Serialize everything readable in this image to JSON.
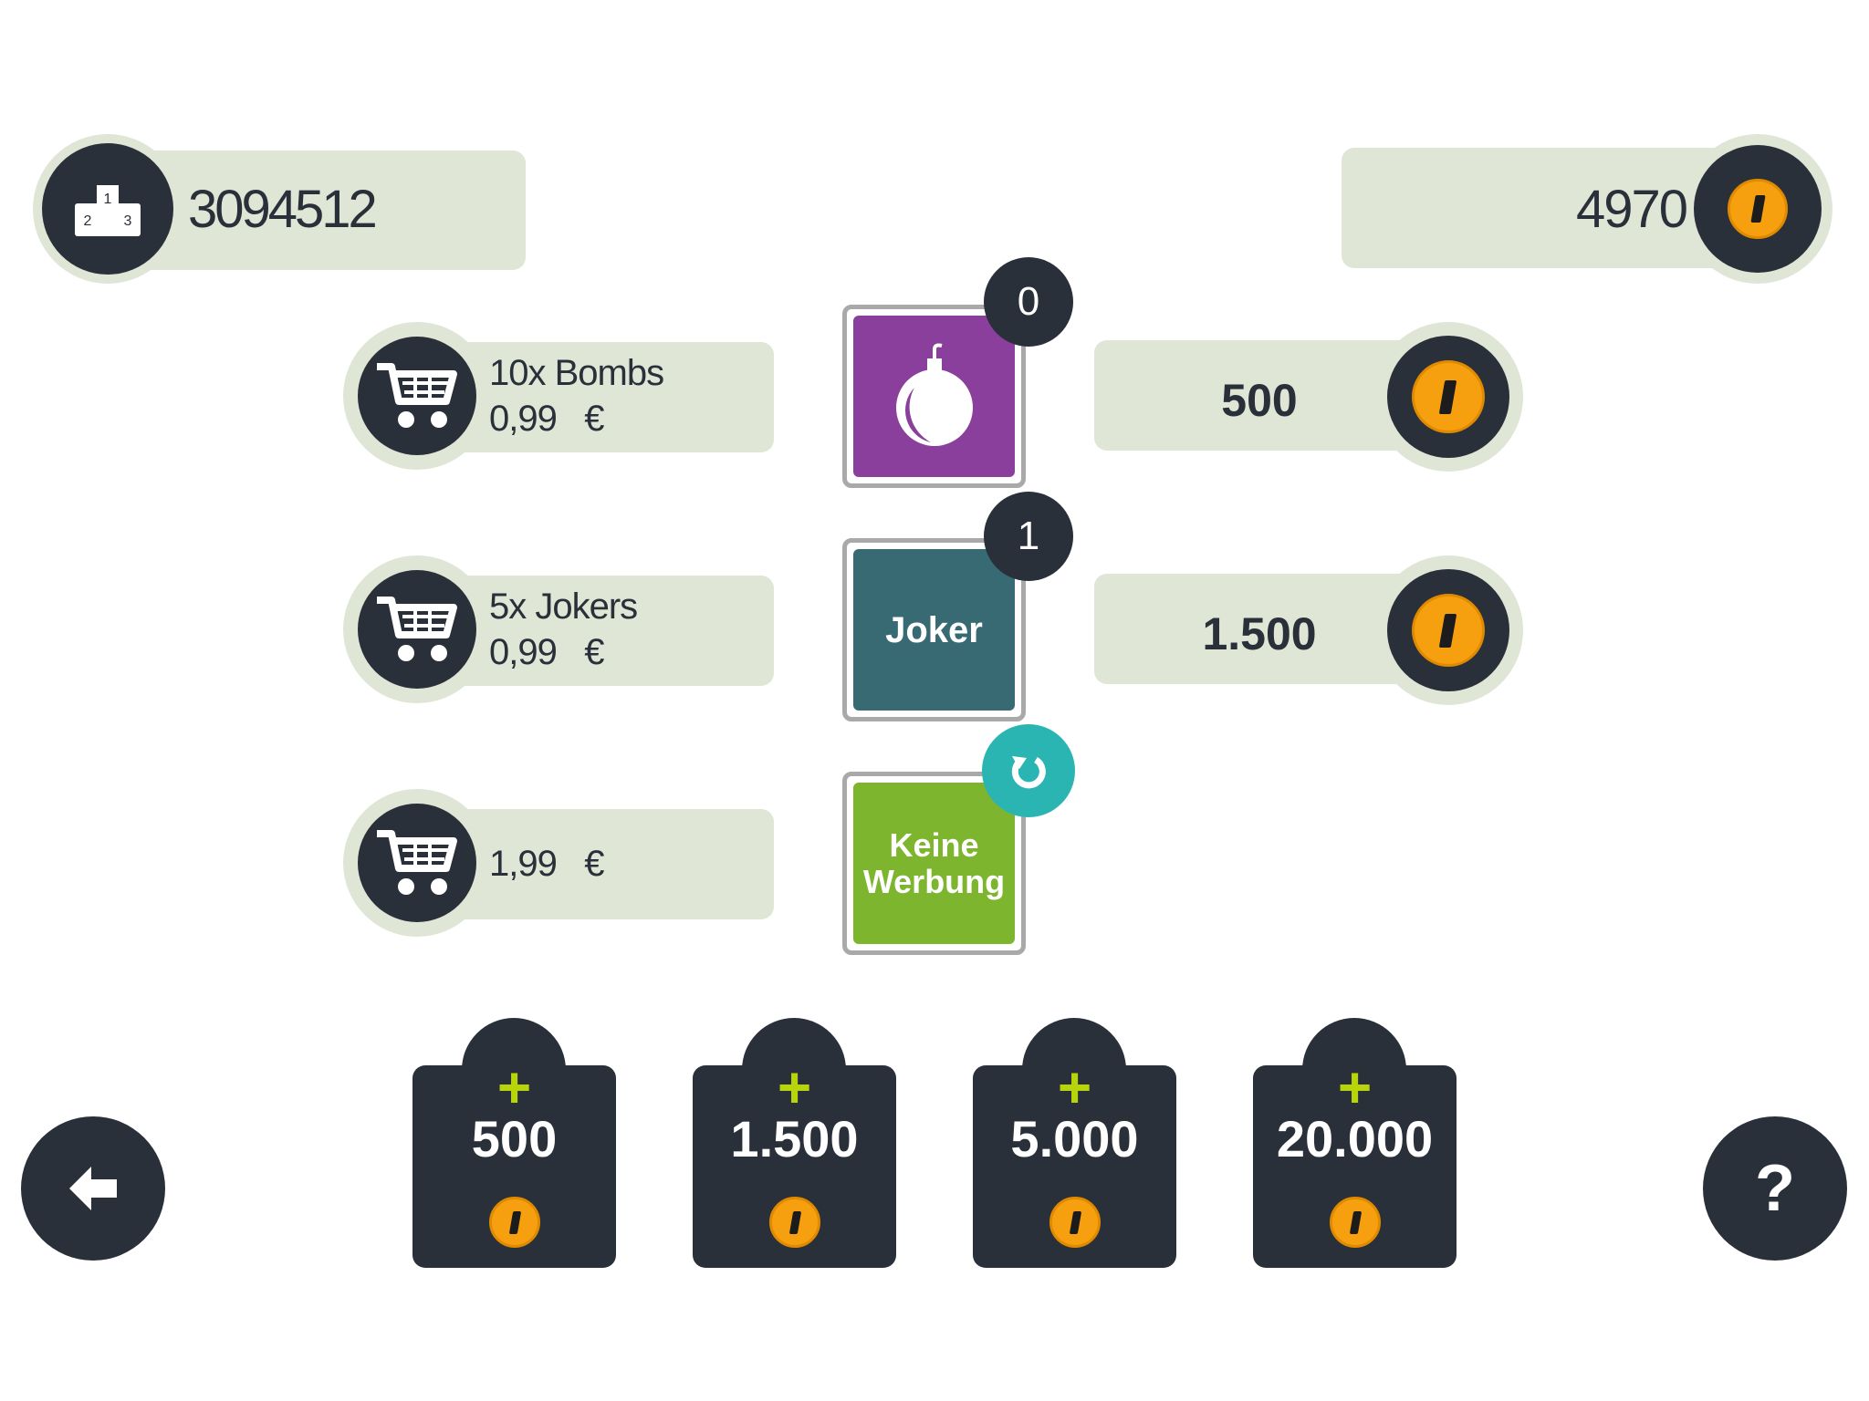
{
  "score": {
    "value": "3094512",
    "icon": "podium-icon",
    "podium_labels": [
      "1",
      "2",
      "3"
    ]
  },
  "coins": {
    "value": "4970",
    "icon": "coin-icon"
  },
  "shop_items": [
    {
      "title": "10x Bombs",
      "price": "0,99",
      "currency": "€"
    },
    {
      "title": "5x Jokers",
      "price": "0,99",
      "currency": "€"
    },
    {
      "title": "",
      "price": "1,99",
      "currency": "€"
    }
  ],
  "powerups": [
    {
      "name": "bomb",
      "icon": "bomb-icon",
      "count": "0",
      "color": "#8a3f9c"
    },
    {
      "name": "joker",
      "label": "Joker",
      "count": "1",
      "color": "#386a74"
    },
    {
      "name": "no-ads",
      "label_line1": "Keine",
      "label_line2": "Werbung",
      "icon": "restore-icon",
      "color": "#7db52e"
    }
  ],
  "coin_prices": [
    "500",
    "1.500"
  ],
  "coin_packs": [
    "500",
    "1.500",
    "5.000",
    "20.000"
  ],
  "nav": {
    "back_icon": "arrow-left-icon",
    "help_label": "?"
  }
}
